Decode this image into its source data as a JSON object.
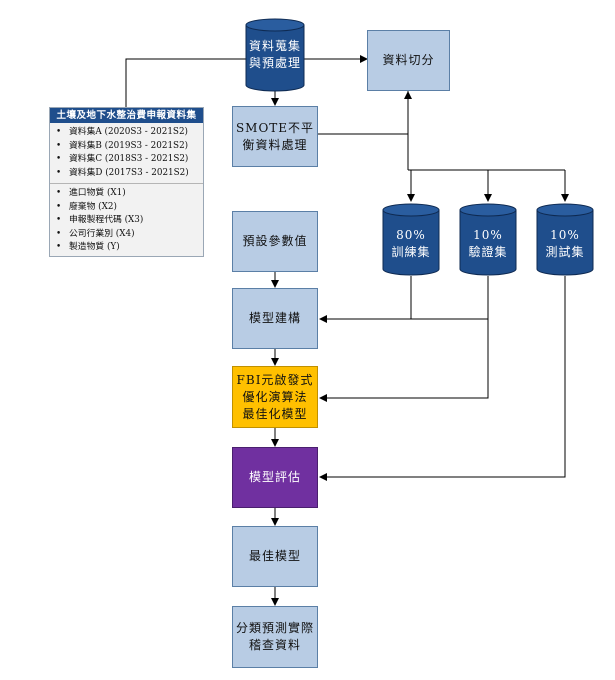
{
  "panel": {
    "title": "土壤及地下水整治費申報資料集",
    "datasets": [
      "資料集A (2020S3 - 2021S2)",
      "資料集B (2019S3 - 2021S2)",
      "資料集C (2018S3 - 2021S2)",
      "資料集D (2017S3 - 2021S2)"
    ],
    "variables": [
      "進口物質 (X1)",
      "廢棄物 (X2)",
      "申報製程代碼 (X3)",
      "公司行業別 (X4)",
      "製造物質 (Y)"
    ]
  },
  "nodes": {
    "collect": "資料蒐集\n與預處理",
    "split": "資料切分",
    "smote": "SMOTE不平\n衡資料處理",
    "params": "預設參數值",
    "build": "模型建構",
    "fbi": "FBI元啟發式\n優化演算法\n最佳化模型",
    "evaluate": "模型評估",
    "best": "最佳模型",
    "predict": "分類預測實際\n稽查資料"
  },
  "cylinders": {
    "train": "80%\n訓練集",
    "validate": "10%\n驗證集",
    "test": "10%\n測試集"
  },
  "colors": {
    "box_fill": "#b8cce4",
    "cylinder_fill": "#1f4e8c",
    "fbi_fill": "#ffc000",
    "evaluate_fill": "#7030a0",
    "panel_header": "#1f4e8c"
  }
}
